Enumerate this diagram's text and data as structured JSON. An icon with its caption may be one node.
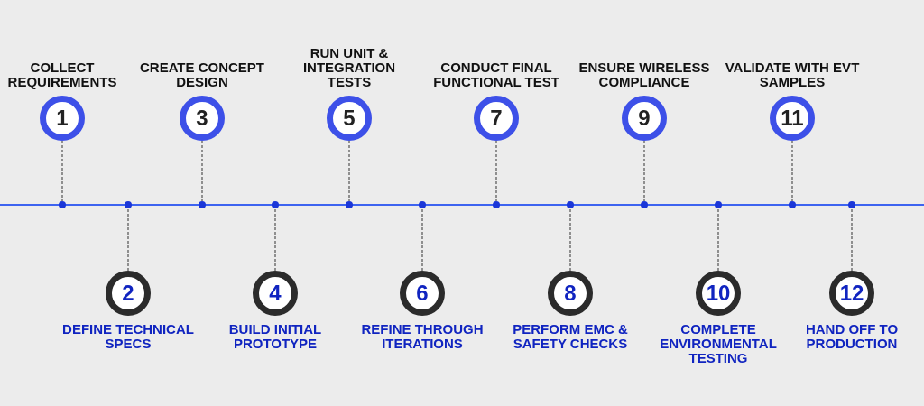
{
  "diagram": {
    "nodes": [
      {
        "text": [
          "COLLECT REQUIREMENTS",
          "1"
        ]
      },
      {
        "text": [
          "2",
          "DEFINE TECHNICAL SPECS"
        ]
      },
      {
        "text": [
          "CREATE CONCEPT DESIGN",
          "3"
        ]
      },
      {
        "text": [
          "4",
          "BUILD INITIAL PROTOTYPE"
        ]
      },
      {
        "text": [
          "RUN UNIT & INTEGRATION TESTS",
          "5"
        ]
      },
      {
        "text": [
          "6",
          "REFINE THROUGH ITERATIONS"
        ]
      },
      {
        "text": [
          "CONDUCT FINAL FUNCTIONAL TEST",
          "7"
        ]
      },
      {
        "text": [
          "8",
          "PERFORM EMC & SAFETY CHECKS"
        ]
      },
      {
        "text": [
          "ENSURE WIRELESS COMPLIANCE",
          "9"
        ]
      },
      {
        "text": [
          "10",
          "COMPLETE ENVIRONMENTAL TESTING"
        ]
      },
      {
        "text": [
          "VALIDATE WITH EVT SAMPLES",
          "11"
        ]
      },
      {
        "text": [
          "12",
          "HAND OFF TO PRODUCTION"
        ]
      },
      {
        "text": [],
        "shape": "circle"
      },
      {
        "text": [],
        "shape": "circle"
      },
      {
        "text": [],
        "shape": "circle"
      },
      {
        "text": [],
        "shape": "circle"
      },
      {
        "text": [],
        "shape": "circle"
      },
      {
        "text": [],
        "shape": "circle"
      },
      {
        "text": [],
        "shape": "circle"
      },
      {
        "text": [],
        "shape": "circle"
      },
      {
        "text": [],
        "shape": "circle"
      },
      {
        "text": [],
        "shape": "circle"
      },
      {
        "text": [],
        "shape": "circle"
      },
      {
        "text": [],
        "shape": "circle"
      }
    ],
    "edges": [
      {
        "from": 0,
        "to": 12,
        "arrow": "none",
        "style": "dashed"
      },
      {
        "from": 1,
        "to": 13,
        "arrow": "none",
        "style": "dashed"
      },
      {
        "from": 2,
        "to": 14,
        "arrow": "none",
        "style": "dashed"
      },
      {
        "from": 3,
        "to": 15,
        "arrow": "none",
        "style": "dashed"
      },
      {
        "from": 4,
        "to": 16,
        "arrow": "none",
        "style": "dashed"
      },
      {
        "from": 5,
        "to": 17,
        "arrow": "none",
        "style": "dashed"
      },
      {
        "from": 6,
        "to": 18,
        "arrow": "none",
        "style": "dashed"
      },
      {
        "from": 7,
        "to": 19,
        "arrow": "none",
        "style": "dashed"
      },
      {
        "from": 8,
        "to": 20,
        "arrow": "none",
        "style": "dashed"
      },
      {
        "from": 9,
        "to": 21,
        "arrow": "none",
        "style": "dashed"
      },
      {
        "from": 10,
        "to": 22,
        "arrow": "none",
        "style": "dashed"
      },
      {
        "from": 11,
        "to": 23,
        "arrow": "none",
        "style": "dashed"
      }
    ]
  }
}
